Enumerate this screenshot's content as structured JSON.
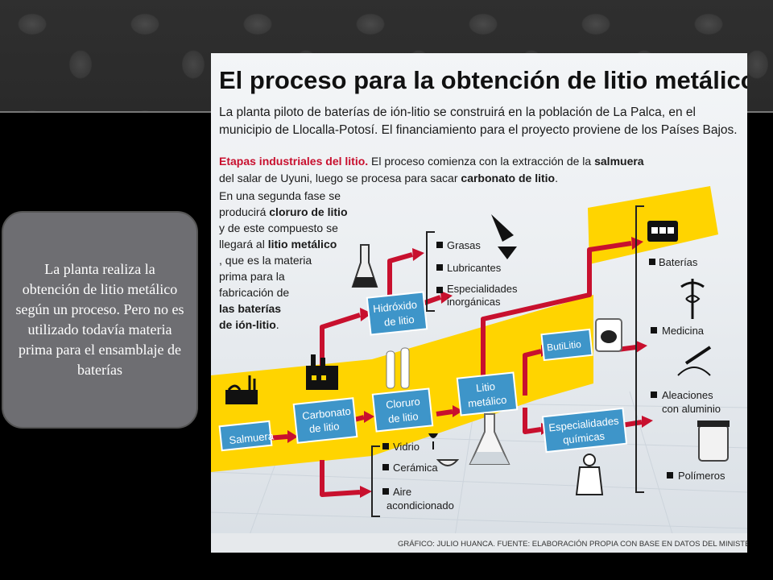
{
  "callout": {
    "text": "La planta realiza la obtención de litio metálico según un proceso. Pero no es utilizado todavía materia prima para el ensamblaje de baterías"
  },
  "infographic": {
    "title": "El proceso para la obtención de litio metálico",
    "intro_line1": "La planta piloto de baterías de ión-litio se construirá en la población de La Palca, en el",
    "intro_line2": "municipio de Llocalla-Potosí. El financiamiento para el proyecto proviene de los Países Bajos.",
    "stages_heading": "Etapas industriales del litio.",
    "stages_line1_a": " El proceso comienza con la extracción de la ",
    "stages_line1_b": "salmuera",
    "stages_line2_a": "del salar de Uyuni, luego se procesa para sacar ",
    "stages_line2_b": "carbonato de litio",
    "stages_line2_c": ".",
    "phase2": [
      "En una segunda fase se",
      "producirá ",
      "cloruro de litio",
      "y de este compuesto se",
      "llegará al ",
      "litio metálico",
      ", que es la materia",
      "prima para la",
      "fabricación de",
      "las baterías",
      "de ión-litio",
      "."
    ],
    "nodes": {
      "salmuera": "Salmuera",
      "carbonato_1": "Carbonato",
      "carbonato_2": "de litio",
      "hidroxido_1": "Hidróxido",
      "hidroxido_2": "de litio",
      "cloruro_1": "Cloruro",
      "cloruro_2": "de litio",
      "litio_1": "Litio",
      "litio_2": "metálico",
      "butilitio": "ButiLitio",
      "especialidades_1": "Especialidades",
      "especialidades_2": "químicas"
    },
    "hidroxido_products": [
      "Grasas",
      "Lubricantes",
      "Especialidades",
      "inorgánicas"
    ],
    "carbonato_products": [
      "Vidrio",
      "Cerámica",
      "Aire",
      "acondicionado"
    ],
    "final_products": [
      "Baterías",
      "Medicina",
      "Aleaciones",
      "con aluminio",
      "Polímeros"
    ],
    "credit": "GRÁFICO: JULIO HUANCA. FUENTE: ELABORACIÓN PROPIA CON BASE EN DATOS DEL MINISTERIO DE MINERÍA",
    "colors": {
      "yellow": "#ffd400",
      "red": "#c8102e",
      "box": "#3e95c9"
    }
  }
}
